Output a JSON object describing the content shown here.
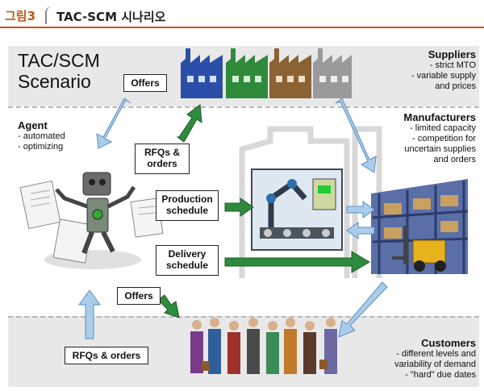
{
  "figure": {
    "tag": "그림3",
    "title": "TAC-SCM 시나리오"
  },
  "scenario": {
    "line1": "TAC/SCM",
    "line2": "Scenario"
  },
  "agent": {
    "title": "Agent",
    "items": [
      "- automated",
      "- optimizing"
    ]
  },
  "suppliers": {
    "title": "Suppliers",
    "items": [
      "- strict MTO",
      "- variable supply",
      "and prices"
    ]
  },
  "manufacturers": {
    "title": "Manufacturers",
    "items": [
      "- limited capacity",
      "- competition for",
      "uncertain supplies",
      "and orders"
    ]
  },
  "customers": {
    "title": "Customers",
    "items": [
      "- different levels and",
      "variability of demand",
      "- \"hard\" due dates"
    ]
  },
  "boxes": {
    "offers_top": "Offers",
    "rfqs_top": [
      "RFQs &",
      "orders"
    ],
    "production": [
      "Production",
      "schedule"
    ],
    "delivery": [
      "Delivery",
      "schedule"
    ],
    "offers_bottom": "Offers",
    "rfqs_bottom": "RFQs & orders"
  },
  "colors": {
    "accent": "#c2561c",
    "green_arrow": "#2e8b3e",
    "blue_arrow": "#a9cdea",
    "band": "#e8e8e8"
  },
  "icons": [
    "factory-icon",
    "robot-agent-icon",
    "assembly-robot-icon",
    "warehouse-forklift-icon",
    "customers-crowd-icon"
  ]
}
